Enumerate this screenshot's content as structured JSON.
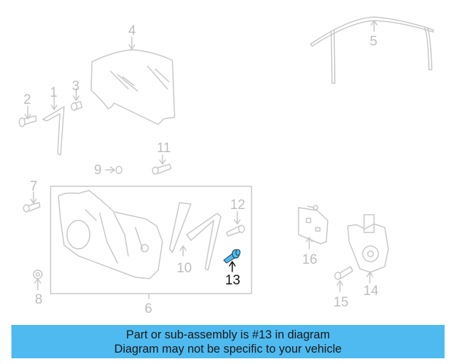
{
  "diagram": {
    "highlighted_part": "13",
    "colors": {
      "line": "#c8c8c8",
      "label": "#bdbdbd",
      "highlight_fill": "#4fbaf0",
      "highlight_label": "#111111",
      "banner_bg": "#4fbaf0"
    },
    "callouts": [
      {
        "id": "1",
        "label": "1"
      },
      {
        "id": "2",
        "label": "2"
      },
      {
        "id": "3",
        "label": "3"
      },
      {
        "id": "4",
        "label": "4"
      },
      {
        "id": "5",
        "label": "5"
      },
      {
        "id": "6",
        "label": "6"
      },
      {
        "id": "7",
        "label": "7"
      },
      {
        "id": "8",
        "label": "8"
      },
      {
        "id": "9",
        "label": "9"
      },
      {
        "id": "10",
        "label": "10"
      },
      {
        "id": "11",
        "label": "11"
      },
      {
        "id": "12",
        "label": "12"
      },
      {
        "id": "13",
        "label": "13"
      },
      {
        "id": "14",
        "label": "14"
      },
      {
        "id": "15",
        "label": "15"
      },
      {
        "id": "16",
        "label": "16"
      }
    ]
  },
  "banner": {
    "line1": "Part or sub-assembly is #13 in diagram",
    "line2": "Diagram may not be specific to your vehicle"
  }
}
